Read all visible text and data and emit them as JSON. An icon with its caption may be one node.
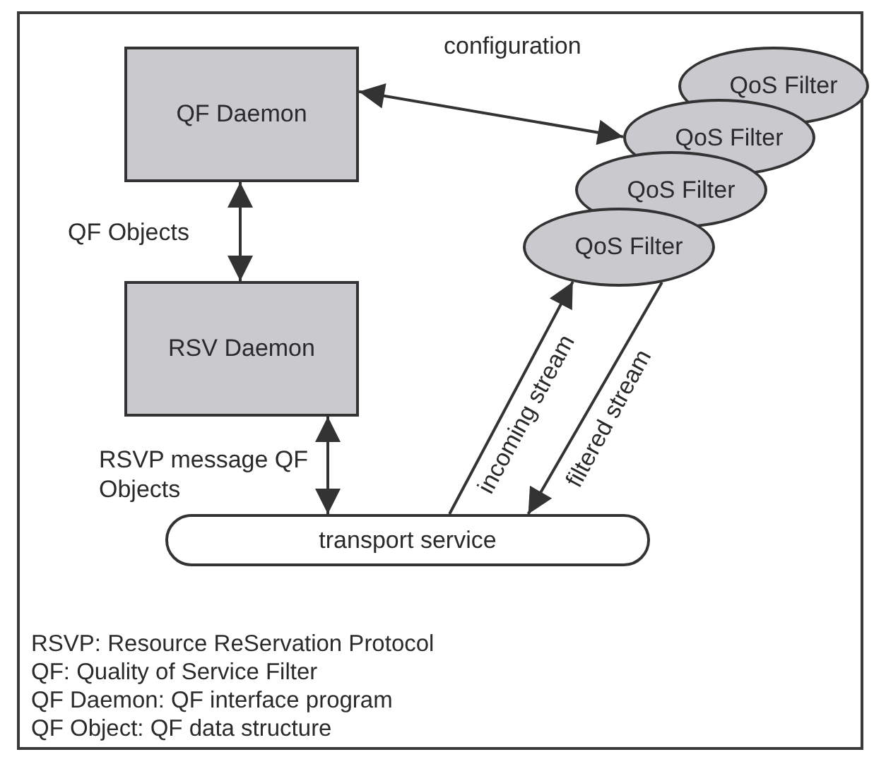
{
  "diagram": {
    "nodes": [
      {
        "text": [
          "QF Daemon"
        ]
      },
      {
        "text": [
          "RSV Daemon"
        ]
      },
      {
        "text": [
          "QoS Filter"
        ]
      },
      {
        "text": [
          "QoS Filter"
        ]
      },
      {
        "text": [
          "QoS Filter"
        ]
      },
      {
        "text": [
          "QoS Filter"
        ]
      },
      {
        "text": [
          "transport service"
        ]
      }
    ],
    "edges": [
      {
        "from": 0,
        "to": 3,
        "arrow": "both",
        "label": "configuration"
      },
      {
        "from": 0,
        "to": 1,
        "arrow": "both",
        "label": "QF Objects"
      },
      {
        "from": 1,
        "to": 6,
        "arrow": "both",
        "label": "RSVP message QF Objects"
      },
      {
        "from": 6,
        "to": 5,
        "arrow": "to",
        "label": "incoming stream"
      },
      {
        "from": 5,
        "to": 6,
        "arrow": "to",
        "label": "filtered stream"
      }
    ],
    "labels": [
      "RSVP: Resource ReServation Protocol",
      "QF: Quality of Service Filter",
      "QF Daemon: QF interface program",
      "QF Object: QF data structure"
    ]
  }
}
